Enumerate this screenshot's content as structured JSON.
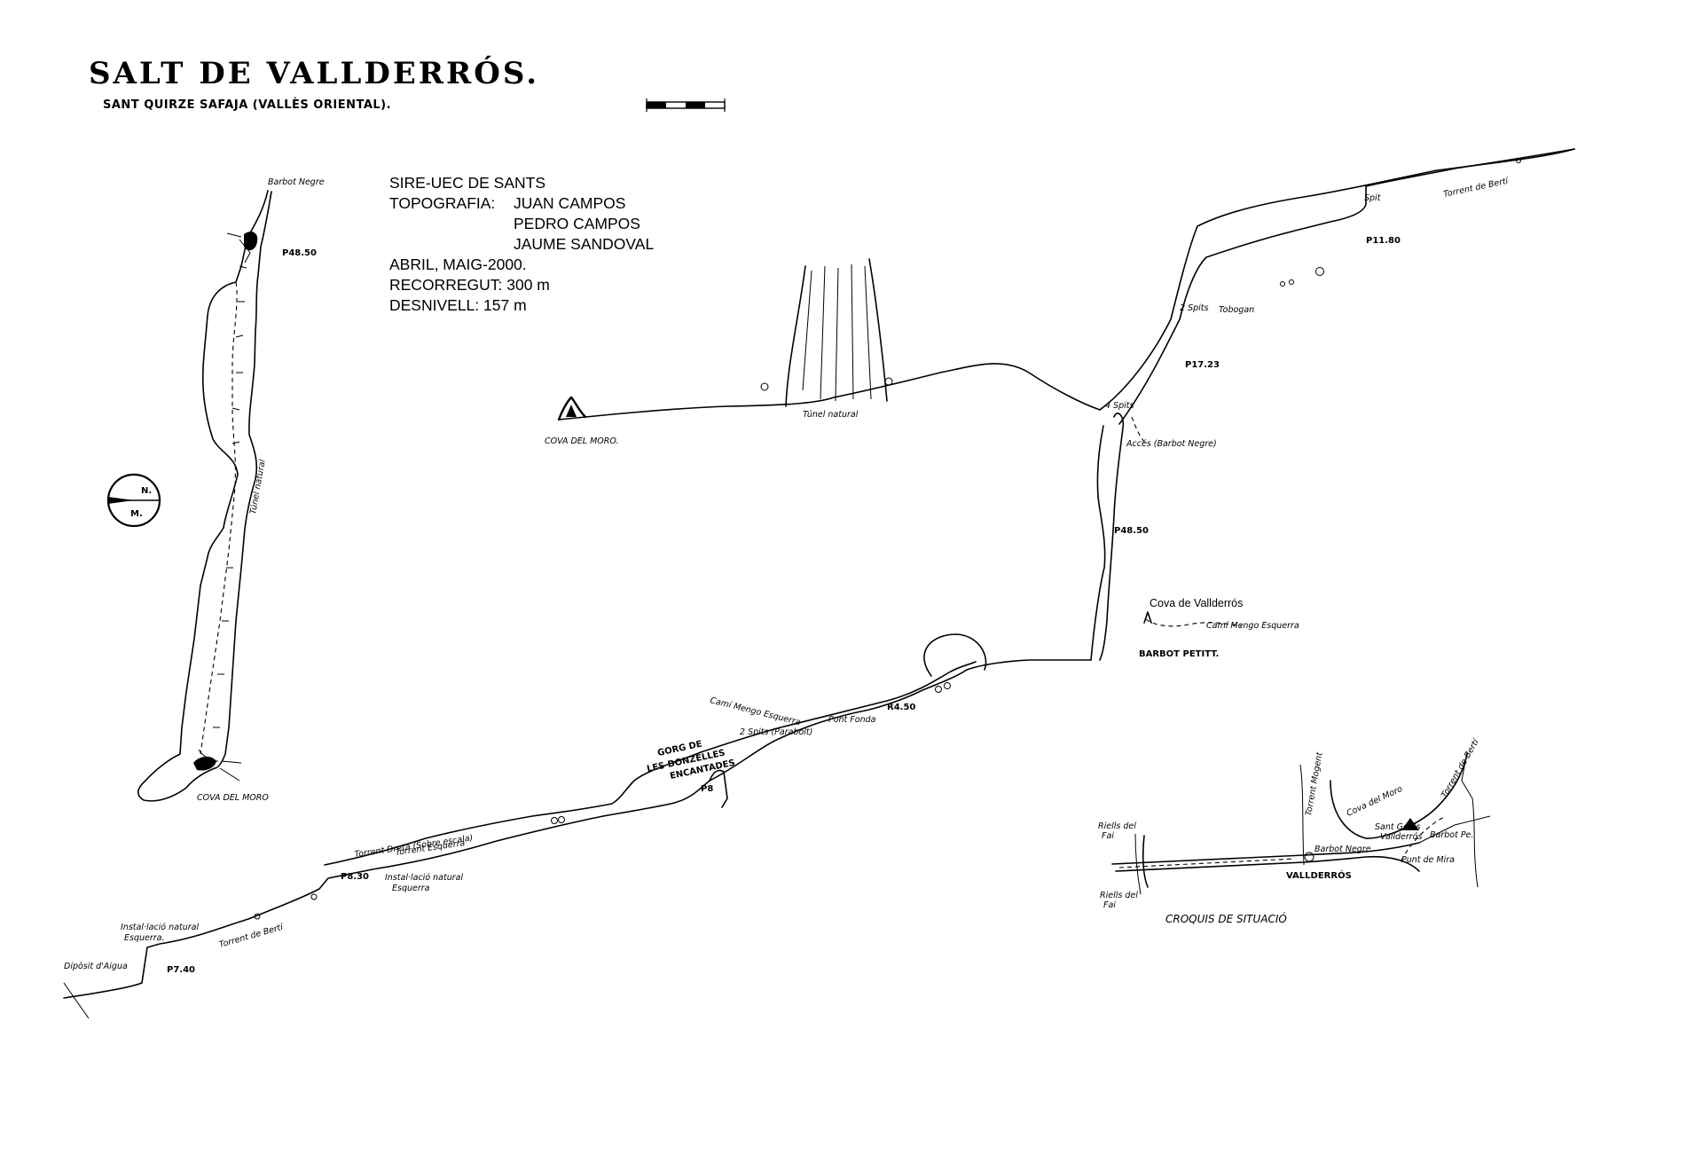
{
  "title": "SALT DE VALLDERRÓS.",
  "subtitle": "SANT QUIRZE SAFAJA (VALLÈS ORIENTAL).",
  "info": {
    "group": "SIRE-UEC DE SANTS",
    "topo_label": "TOPOGRAFIA:",
    "authors": [
      "JUAN CAMPOS",
      "PEDRO CAMPOS",
      "JAUME SANDOVAL"
    ],
    "date": "ABRIL, MAIG-2000.",
    "length": "RECORREGUT: 300 m",
    "depth": "DESNIVELL: 157 m"
  },
  "compass": {
    "n": "N.",
    "m": "M."
  },
  "plan_view": {
    "top_label": "Barbot Negre",
    "pitch": "P48.50",
    "tunnel": "Túnel natural",
    "bottom_label": "COVA DEL MORO"
  },
  "section_view": {
    "cova_moro": "COVA DEL MORO.",
    "tunnel": "Túnel natural",
    "barbot_negre": "Accés (Barbot Negre)",
    "sortida_4": "4 Spits",
    "sortida_2": "2 Spits",
    "tobogan": "Tobogan",
    "spit": "Spit",
    "torrent_bertí": "Torrent de Bertí",
    "pitches": [
      "P11.80",
      "P17.23",
      "P48.50",
      "R4.50",
      "P8",
      "P8.30",
      "P7.40"
    ],
    "cova_valldeross": "Cova de Vallderrós",
    "cami": "Camí Mengo Esquerra",
    "barbot_petit": "BARBOT PETITT.",
    "cami2": "Camí Mengo Esquerra",
    "pont_fonda": "Pont Fonda",
    "spits_2b": "2 Spits (Parabolt)",
    "gorg": [
      "GORG DE",
      "LES DONZELLES",
      "ENCANTADES"
    ],
    "torrent_dreta": "Torrent Dreta (Sobre escala)",
    "torrent_esquerra": "Torrent Esquerra",
    "instal_1": [
      "Instal·lació natural",
      "Esquerra"
    ],
    "instal_2": [
      "Instal·lació natural",
      "Esquerra."
    ],
    "torrent_berti_low": "Torrent de Bertí",
    "diposit": "Dipòsit d'Aigua"
  },
  "location_sketch": {
    "title": "CROQUIS DE SITUACIÓ",
    "riells_top": [
      "Riells del",
      "Fai"
    ],
    "riells_bottom": [
      "Riells del",
      "Fai"
    ],
    "valldeross": "VALLDERRÓS",
    "torrent_mogent": "Torrent Mogent",
    "cova_moro": "Cova del Moro",
    "torrent_berti": "Torrent de Bertí",
    "barbot": "Barbot Negre",
    "sant_gen": "Sant Genís",
    "cova_v": "Vallderrós",
    "barbot_petit": "Barbot Pe.",
    "area": "Punt de Mira"
  }
}
